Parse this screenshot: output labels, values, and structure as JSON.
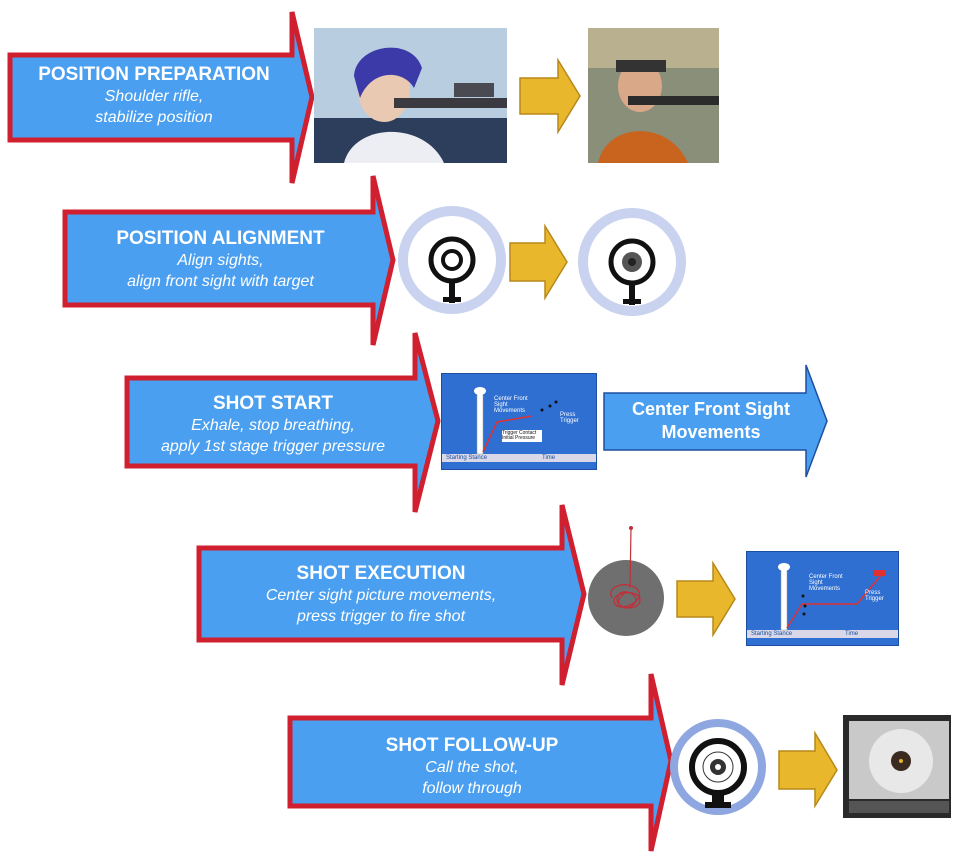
{
  "steps": [
    {
      "title": "POSITION PREPARATION",
      "line1": "Shoulder rifle,",
      "line2": "stabilize position"
    },
    {
      "title": "POSITION ALIGNMENT",
      "line1": "Align sights,",
      "line2": "align front sight with target"
    },
    {
      "title": "SHOT START",
      "line1": "Exhale, stop breathing,",
      "line2": "apply 1st stage trigger pressure"
    },
    {
      "title": "SHOT EXECUTION",
      "line1": "Center sight picture movements,",
      "line2": "press trigger to fire shot"
    },
    {
      "title": "SHOT FOLLOW-UP",
      "line1": "Call the shot,",
      "line2": "follow through"
    }
  ],
  "side_arrow": {
    "line1": "Center Front Sight",
    "line2": "Movements"
  },
  "trigger_chart": {
    "label_center": "Center Front Sight Movements",
    "label_press": "Press Trigger",
    "label_contact": "Trigger Contact Initial Pressure",
    "label_left": "Starting Stance",
    "label_right": "Time"
  },
  "colors": {
    "arrow_fill": "#4a9ff0",
    "arrow_border": "#d01f2f",
    "small_arrow": "#e8b72c",
    "ring": "#c9d3ef"
  }
}
